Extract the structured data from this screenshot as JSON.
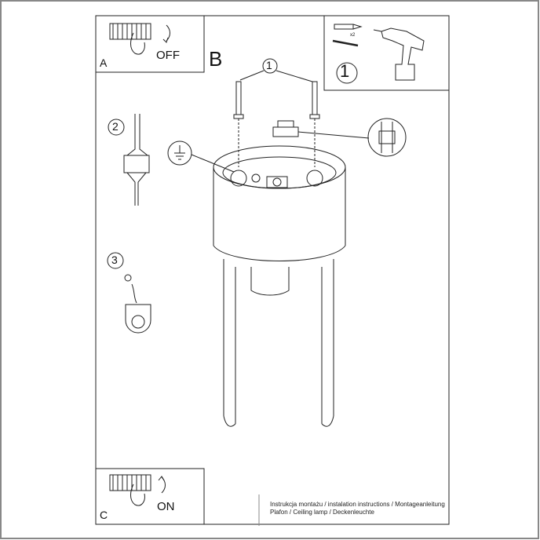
{
  "panels": {
    "a": {
      "letter": "A",
      "action": "OFF"
    },
    "b": {
      "letter": "B"
    },
    "c": {
      "letter": "C",
      "action": "ON"
    },
    "tools": {
      "step": "1",
      "quantity": "x2"
    }
  },
  "steps": {
    "one": "1",
    "two": "2",
    "three": "3"
  },
  "footer": {
    "line1": "Instrukcja montażu / instalation instructions / Montageanleitung",
    "line2": "Plafon / Ceiling lamp / Deckenleuchte"
  }
}
